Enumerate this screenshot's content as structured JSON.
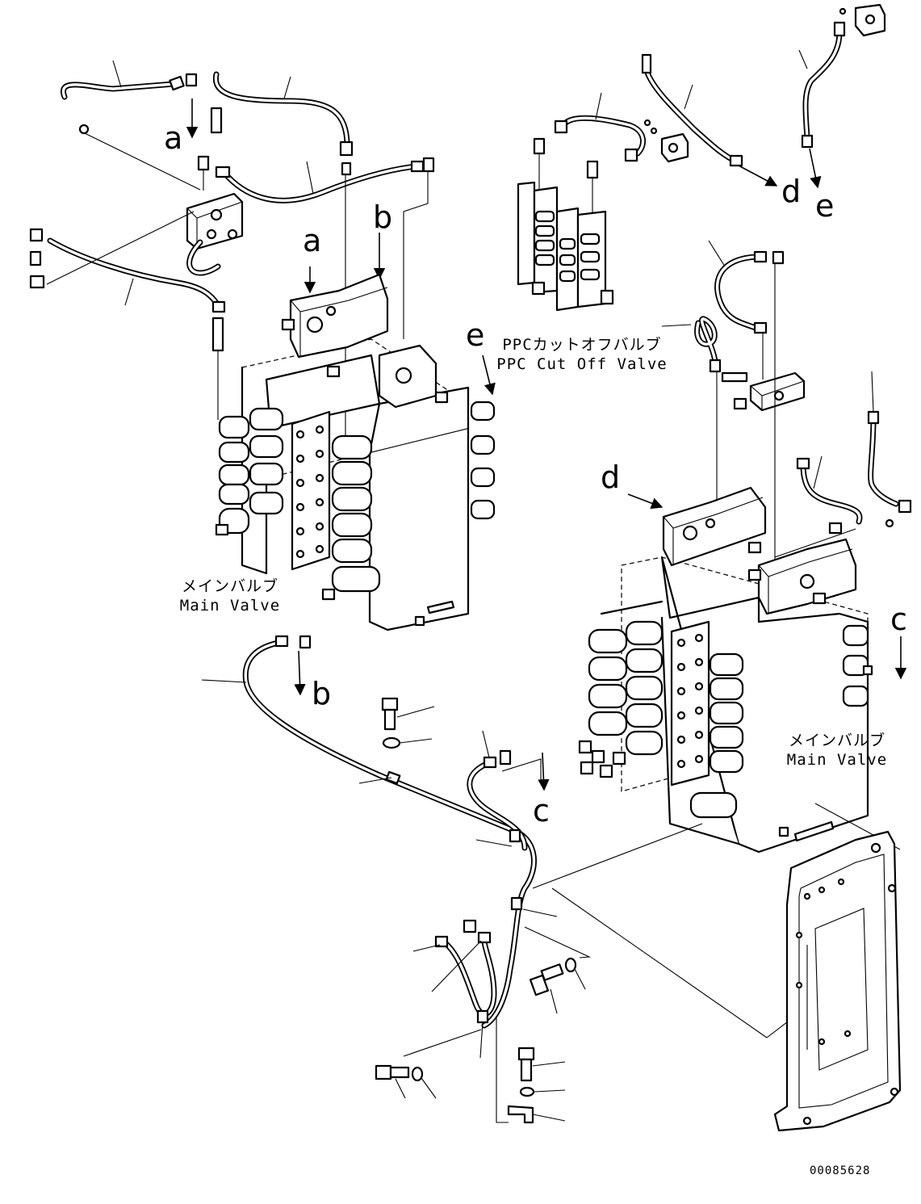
{
  "drawing_id": "00085628",
  "labels": {
    "a_top": "a",
    "a_valve": "a",
    "b_valve": "b",
    "b_lower": "b",
    "c_lower": "c",
    "c_right": "c",
    "d_top": "d",
    "d_valve": "d",
    "e_top": "e",
    "e_valve": "e"
  },
  "captions": {
    "main_valve_left_jp": "メインバルブ",
    "main_valve_left_en": "Main Valve",
    "main_valve_right_jp": "メインバルブ",
    "main_valve_right_en": "Main Valve",
    "ppc_cutoff_jp": "PPCカットオフバルブ",
    "ppc_cutoff_en": "PPC Cut Off Valve"
  }
}
